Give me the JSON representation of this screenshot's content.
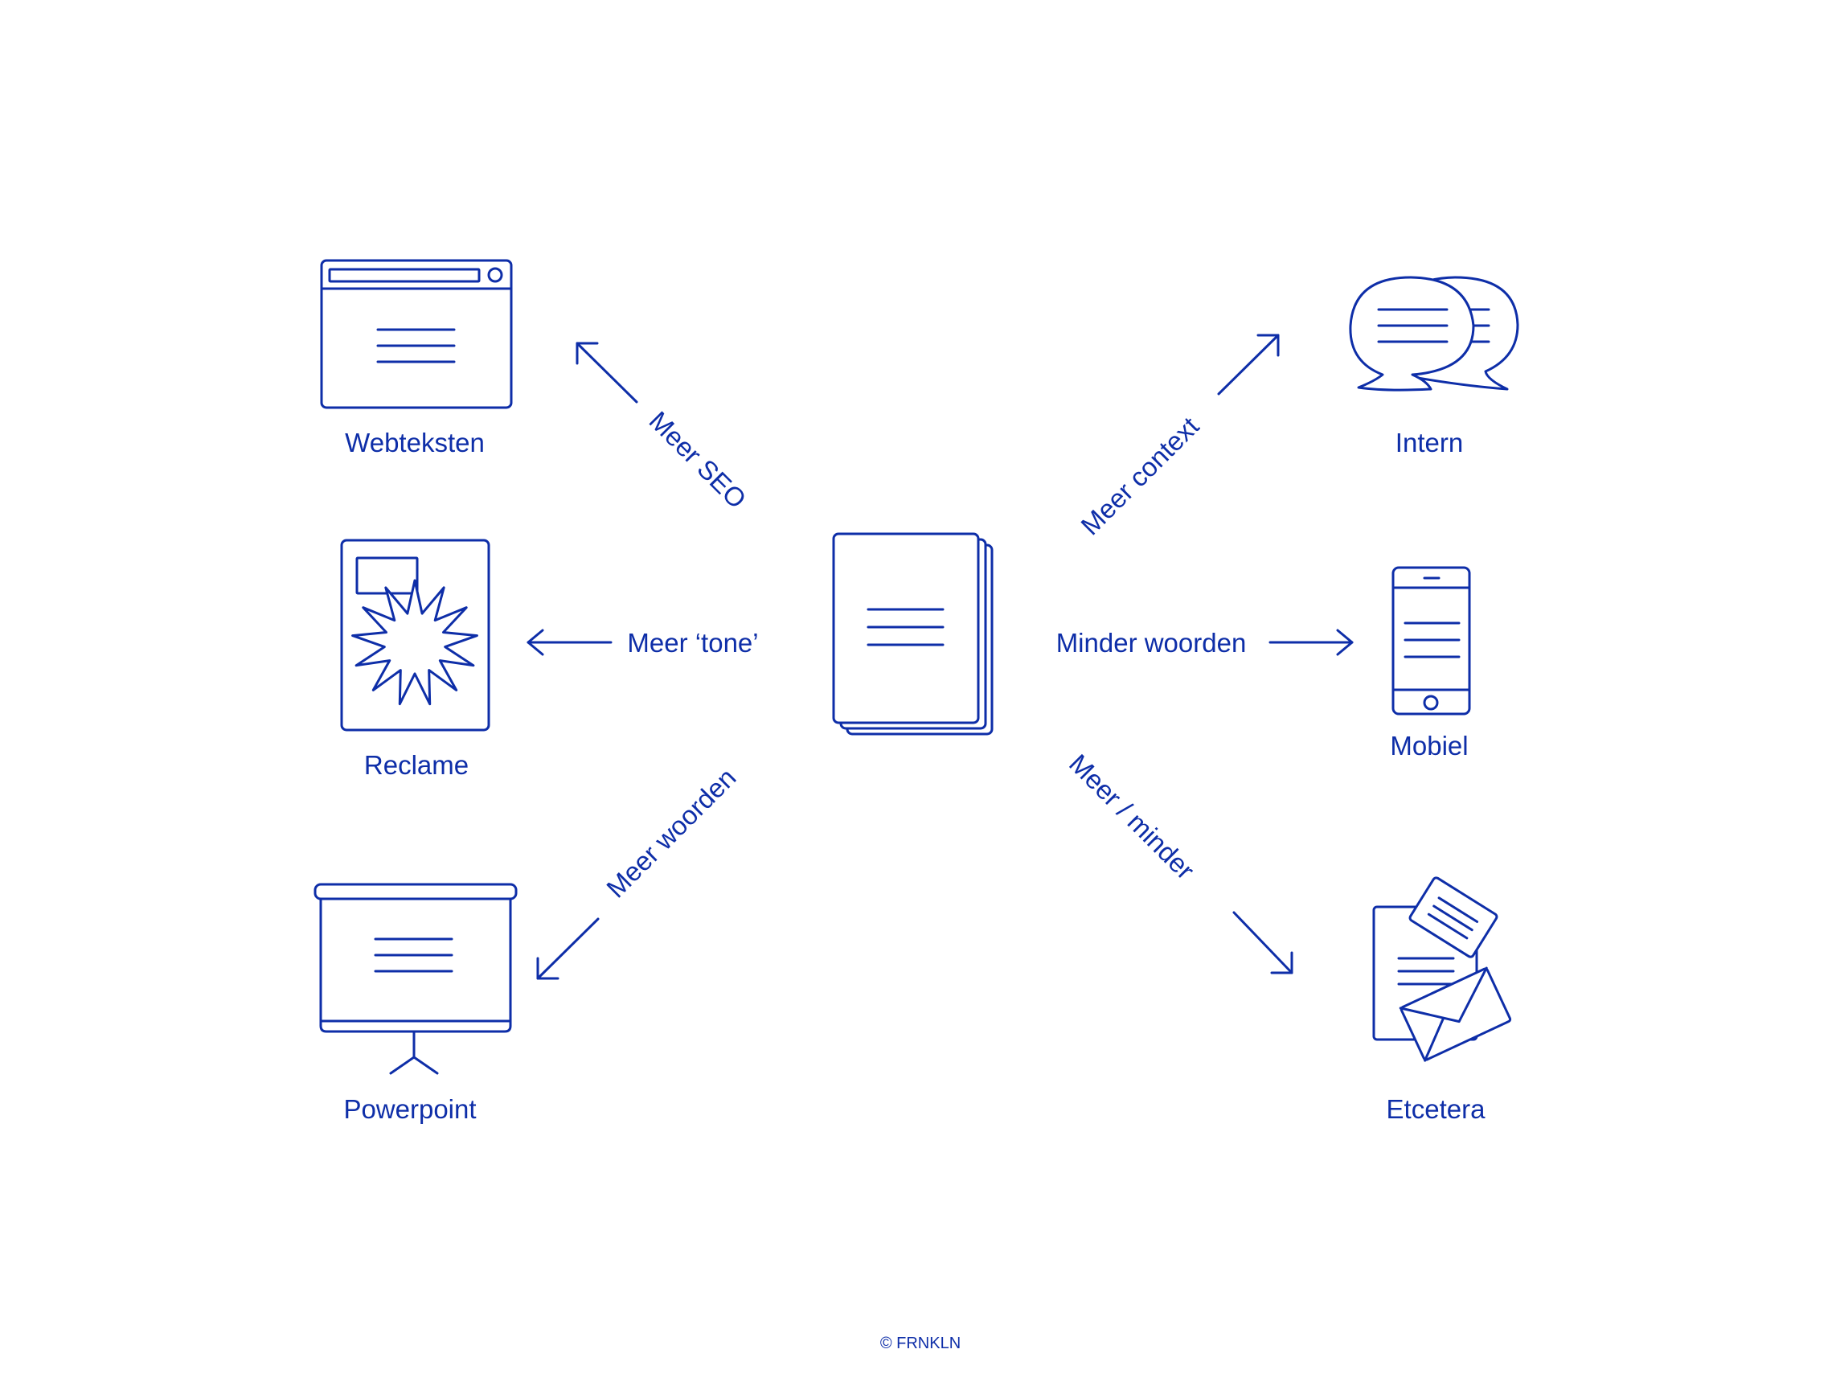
{
  "colors": {
    "ink": "#0e2ea8",
    "background": "#ffffff"
  },
  "center": {
    "icon": "document-stack-icon"
  },
  "nodes": {
    "webteksten": {
      "label": "Webteksten",
      "icon": "browser-window-icon"
    },
    "reclame": {
      "label": "Reclame",
      "icon": "advertisement-poster-icon"
    },
    "powerpoint": {
      "label": "Powerpoint",
      "icon": "presentation-screen-icon"
    },
    "intern": {
      "label": "Intern",
      "icon": "chat-bubbles-icon"
    },
    "mobiel": {
      "label": "Mobiel",
      "icon": "smartphone-icon"
    },
    "etcetera": {
      "label": "Etcetera",
      "icon": "documents-envelope-icon"
    }
  },
  "edges": {
    "seo": {
      "label": "Meer SEO"
    },
    "tone": {
      "label": "Meer ‘tone’"
    },
    "meer_woorden": {
      "label": "Meer woorden"
    },
    "context": {
      "label": "Meer context"
    },
    "minder_woorden": {
      "label": "Minder woorden"
    },
    "meer_minder": {
      "label": "Meer / minder"
    }
  },
  "footer": {
    "copyright": "© FRNKLN"
  }
}
